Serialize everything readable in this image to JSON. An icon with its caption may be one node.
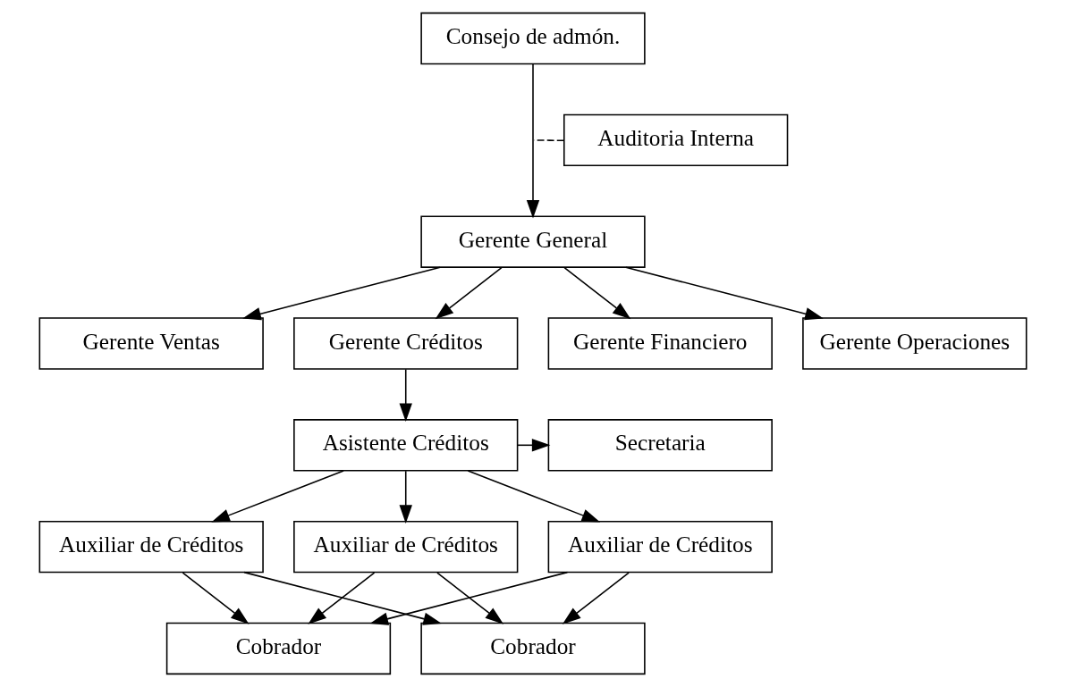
{
  "diagram": {
    "nodes": [
      {
        "text": [
          "Consejo de admón."
        ]
      },
      {
        "text": [
          "Auditoria Interna"
        ]
      },
      {
        "text": [
          "Gerente General"
        ]
      },
      {
        "text": [
          "Gerente Ventas"
        ]
      },
      {
        "text": [
          "Gerente Créditos"
        ]
      },
      {
        "text": [
          "Gerente Financiero"
        ]
      },
      {
        "text": [
          "Gerente Operaciones"
        ]
      },
      {
        "text": [
          "Asistente Créditos"
        ]
      },
      {
        "text": [
          "Secretaria"
        ]
      },
      {
        "text": [
          "Auxiliar de Créditos"
        ]
      },
      {
        "text": [
          "Auxiliar de Créditos"
        ]
      },
      {
        "text": [
          "Auxiliar de Créditos"
        ]
      },
      {
        "text": [
          "Cobrador"
        ]
      },
      {
        "text": [
          "Cobrador"
        ]
      }
    ],
    "edges": [
      {
        "from": 0,
        "to": 2,
        "arrow": "to"
      },
      {
        "from": 1,
        "to": null,
        "arrow": "none",
        "style": "dashed"
      },
      {
        "from": 2,
        "to": 3,
        "arrow": "to"
      },
      {
        "from": 2,
        "to": 4,
        "arrow": "to"
      },
      {
        "from": 2,
        "to": 5,
        "arrow": "to"
      },
      {
        "from": 2,
        "to": 6,
        "arrow": "to"
      },
      {
        "from": 4,
        "to": 7,
        "arrow": "to"
      },
      {
        "from": 7,
        "to": 8,
        "arrow": "to"
      },
      {
        "from": 7,
        "to": 9,
        "arrow": "to"
      },
      {
        "from": 7,
        "to": 10,
        "arrow": "to"
      },
      {
        "from": 7,
        "to": 11,
        "arrow": "to"
      },
      {
        "from": 9,
        "to": 12,
        "arrow": "to"
      },
      {
        "from": 9,
        "to": 13,
        "arrow": "to"
      },
      {
        "from": 10,
        "to": 12,
        "arrow": "to"
      },
      {
        "from": 10,
        "to": 13,
        "arrow": "to"
      },
      {
        "from": 11,
        "to": 12,
        "arrow": "to"
      },
      {
        "from": 11,
        "to": 13,
        "arrow": "to"
      }
    ]
  }
}
